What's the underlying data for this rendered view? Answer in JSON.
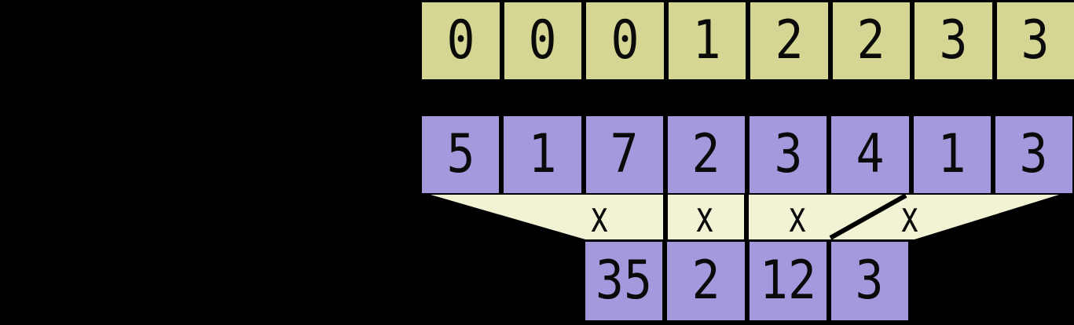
{
  "colors": {
    "background": "#000000",
    "ids_fill": "#d5d693",
    "values_fill": "#a29adc",
    "op_fill": "#f2f2d5",
    "digit": "#0a0a0a"
  },
  "ids_row": {
    "cells": [
      "0",
      "0",
      "0",
      "1",
      "2",
      "2",
      "3",
      "3"
    ]
  },
  "values_row": {
    "cells": [
      "5",
      "1",
      "7",
      "2",
      "3",
      "4",
      "1",
      "3"
    ]
  },
  "op_region": {
    "symbols": [
      "x",
      "x",
      "x",
      "x"
    ]
  },
  "results_row": {
    "cells": [
      "35",
      "2",
      "12",
      "3"
    ]
  }
}
